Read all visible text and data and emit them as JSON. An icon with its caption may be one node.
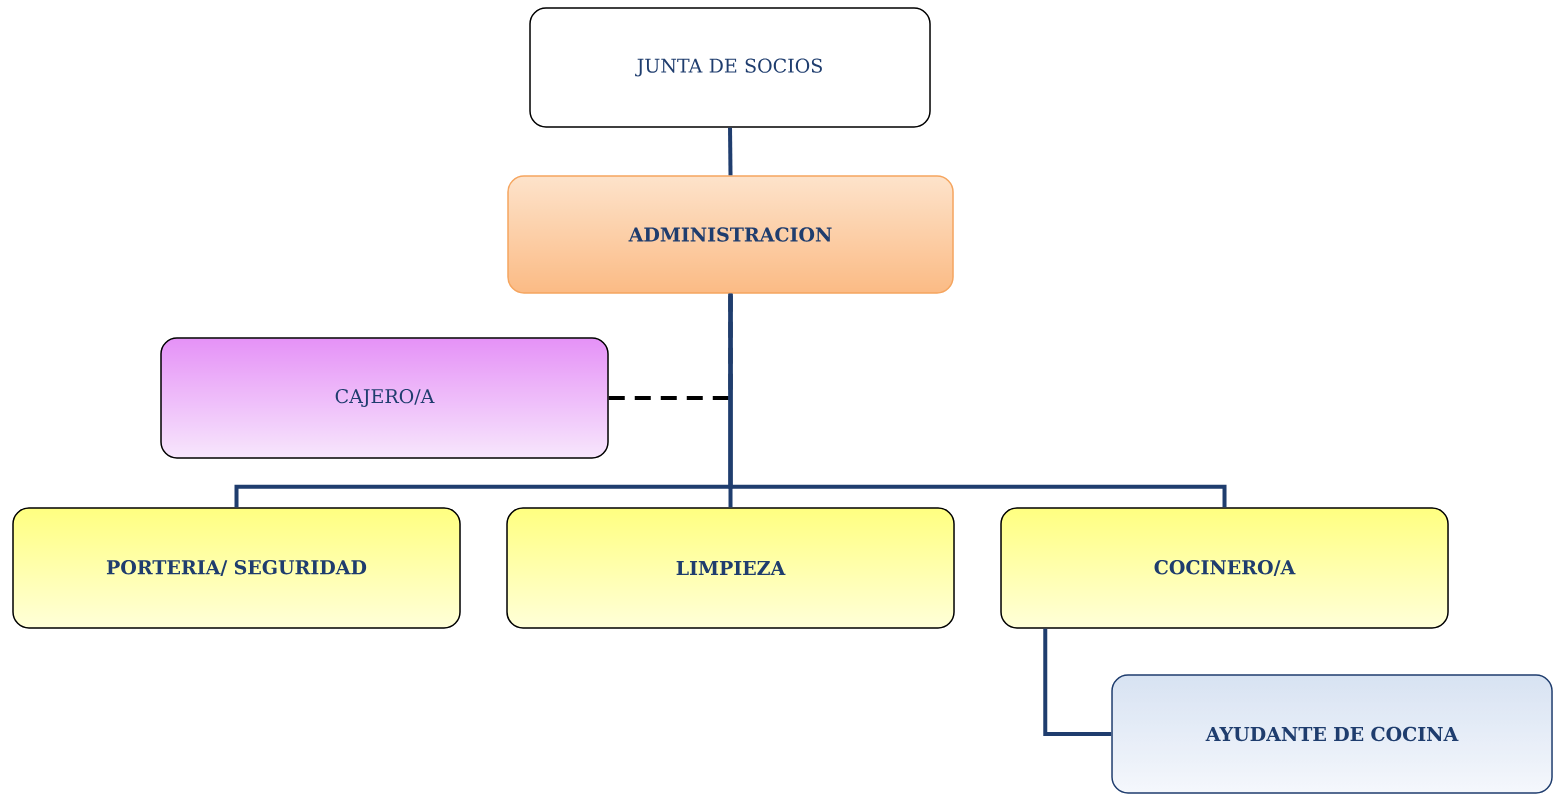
{
  "diagram": {
    "nodes": [
      {
        "text": [
          "JUNTA DE SOCIOS"
        ]
      },
      {
        "text": [
          "ADMINISTRACION"
        ]
      },
      {
        "text": [
          "CAJERO/A"
        ]
      },
      {
        "text": [
          "PORTERIA/ SEGURIDAD"
        ]
      },
      {
        "text": [
          "LIMPIEZA"
        ]
      },
      {
        "text": [
          "COCINERO/A"
        ]
      },
      {
        "text": [
          "AYUDANTE DE COCINA"
        ]
      }
    ],
    "edges": [
      {
        "from": 0,
        "to": 1,
        "arrow": "none"
      },
      {
        "from": 2,
        "to": 1,
        "arrow": "none",
        "style": "dashed",
        "color": "#000000"
      },
      {
        "from": 1,
        "to": 3,
        "arrow": "none"
      },
      {
        "from": 1,
        "to": 4,
        "arrow": "none"
      },
      {
        "from": 1,
        "to": 5,
        "arrow": "none"
      },
      {
        "from": 5,
        "to": 6,
        "arrow": "none"
      }
    ]
  }
}
